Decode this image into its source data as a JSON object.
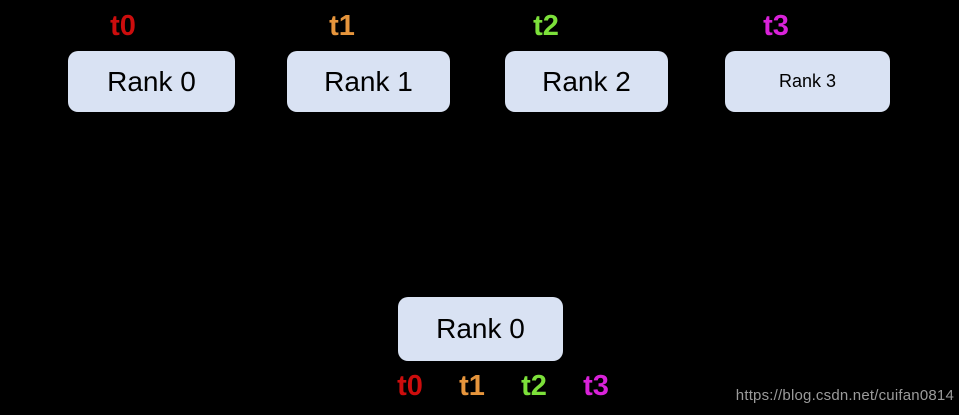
{
  "colors": {
    "background": "#000000",
    "node_fill": "#d9e2f3",
    "node_text": "#000000",
    "t0": "#cc0d0d",
    "t1": "#e6953c",
    "t2": "#7ce03a",
    "t3": "#d922d9",
    "watermark": "#9b9b9b"
  },
  "diagram": {
    "top_nodes": [
      {
        "thread_label": "t0",
        "rank_label": "Rank 0"
      },
      {
        "thread_label": "t1",
        "rank_label": "Rank 1"
      },
      {
        "thread_label": "t2",
        "rank_label": "Rank 2"
      },
      {
        "thread_label": "t3",
        "rank_label": "Rank 3"
      }
    ],
    "bottom_node": {
      "rank_label": "Rank 0"
    },
    "bottom_threads": [
      {
        "label": "t0"
      },
      {
        "label": "t1"
      },
      {
        "label": "t2"
      },
      {
        "label": "t3"
      }
    ]
  },
  "watermark": {
    "text": "https://blog.csdn.net/cuifan0814"
  }
}
